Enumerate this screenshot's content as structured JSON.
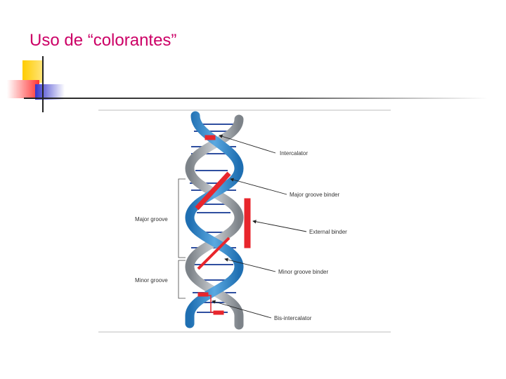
{
  "slide": {
    "title": "Uso de “colorantes”"
  },
  "figure": {
    "binding_modes": [
      "Intercalator",
      "Major groove binder",
      "External binder",
      "Minor groove binder",
      "Bis-intercalator"
    ],
    "groove_labels": {
      "major": "Major groove",
      "minor": "Minor groove"
    }
  },
  "colors": {
    "title": "#cc0066",
    "square_yellow": "#ffcc00",
    "square_red": "#ff3333",
    "square_blue": "#3333cc",
    "strand_blue": "#2b85c7",
    "strand_gray": "#9aa0a6",
    "base_pair": "#2f4fa0",
    "ligand_red": "#e8262c"
  }
}
